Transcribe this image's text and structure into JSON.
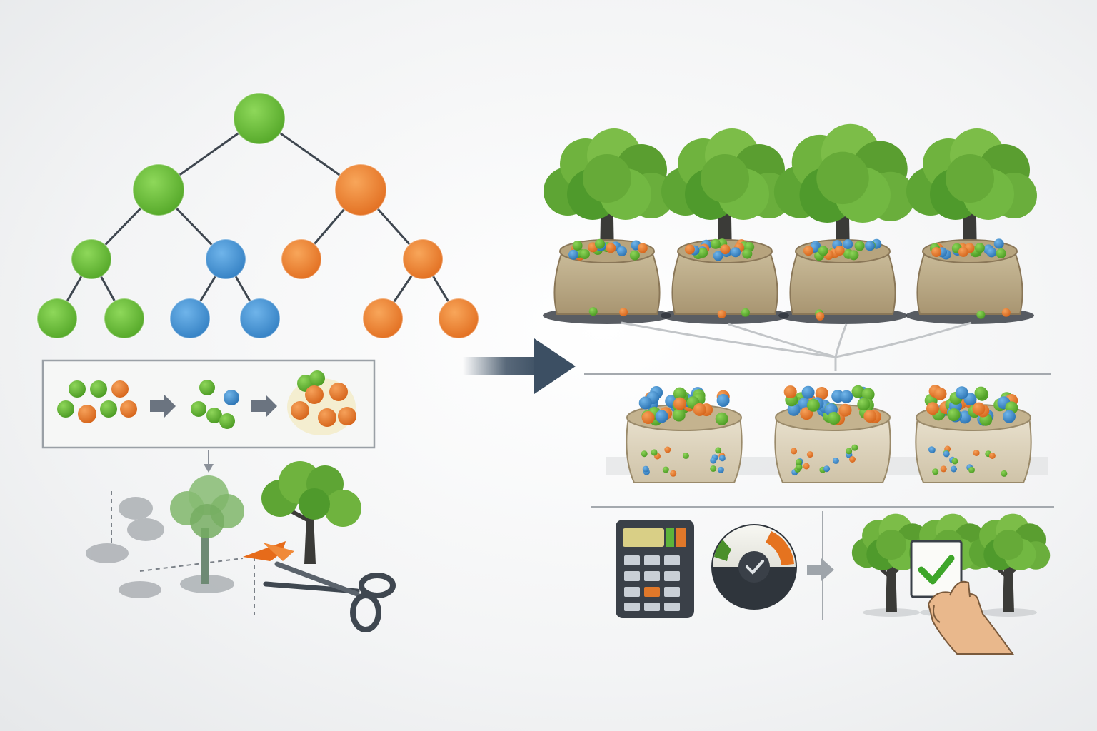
{
  "colors": {
    "green": "#5fb32e",
    "orange": "#ea7a22",
    "blue": "#3b8fd0",
    "line": "#3f4750",
    "sack": "#c9b894",
    "foliage": "#6aae3c",
    "trunk": "#3b3b38",
    "arrow": "#3c4f63",
    "check": "#3ea62a"
  },
  "icons": [
    "decision-tree",
    "data-split-panel",
    "pruning-scissors-icon",
    "flow-arrow-icon",
    "bootstrap-tree-sacks",
    "sample-sacks",
    "calculator-icon",
    "gauge-icon",
    "checkmark-card-icon",
    "hand-icon"
  ],
  "tree": {
    "nodes": [
      {
        "id": "n0",
        "color": "green"
      },
      {
        "id": "n1",
        "color": "green"
      },
      {
        "id": "n2",
        "color": "orange"
      },
      {
        "id": "n3",
        "color": "green"
      },
      {
        "id": "n4",
        "color": "blue"
      },
      {
        "id": "n5",
        "color": "orange"
      },
      {
        "id": "n6",
        "color": "orange"
      },
      {
        "id": "n7",
        "color": "green"
      },
      {
        "id": "n8",
        "color": "green"
      },
      {
        "id": "n9",
        "color": "blue"
      },
      {
        "id": "n10",
        "color": "blue"
      },
      {
        "id": "n11",
        "color": "orange"
      },
      {
        "id": "n12",
        "color": "orange"
      }
    ],
    "edges": [
      [
        "n0",
        "n1"
      ],
      [
        "n0",
        "n2"
      ],
      [
        "n1",
        "n3"
      ],
      [
        "n1",
        "n4"
      ],
      [
        "n2",
        "n5"
      ],
      [
        "n2",
        "n6"
      ],
      [
        "n3",
        "n7"
      ],
      [
        "n3",
        "n8"
      ],
      [
        "n4",
        "n9"
      ],
      [
        "n4",
        "n10"
      ],
      [
        "n6",
        "n11"
      ],
      [
        "n6",
        "n12"
      ]
    ]
  },
  "bagged_tree_count": 4,
  "sample_sack_count": 3,
  "ensemble_tree_count": 3
}
